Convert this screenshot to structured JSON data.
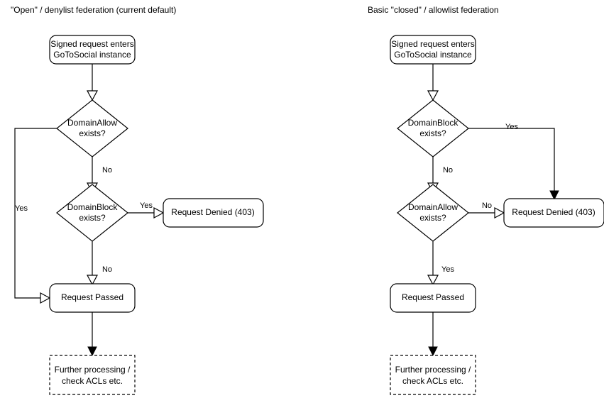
{
  "diagram": {
    "type": "flowchart",
    "panels": [
      {
        "id": "open-federation",
        "title": "\"Open\" / denylist federation (current default)",
        "nodes": {
          "entry": {
            "label_line1": "Signed request enters",
            "label_line2": "GoToSocial instance",
            "shape": "rounded-rect"
          },
          "decision1": {
            "label_line1": "DomainAllow",
            "label_line2": "exists?",
            "shape": "diamond"
          },
          "decision2": {
            "label_line1": "DomainBlock",
            "label_line2": "exists?",
            "shape": "diamond"
          },
          "denied": {
            "label_line1": "Request Denied (403)",
            "shape": "rounded-rect"
          },
          "passed": {
            "label_line1": "Request Passed",
            "shape": "rounded-rect"
          },
          "further": {
            "label_line1": "Further processing /",
            "label_line2": "check ACLs etc.",
            "shape": "dashed-rect"
          }
        },
        "edges": {
          "entry_to_d1": {
            "label": ""
          },
          "d1_no_to_d2": {
            "label": "No"
          },
          "d1_yes_to_passed": {
            "label": "Yes"
          },
          "d2_yes_to_denied": {
            "label": "Yes"
          },
          "d2_no_to_passed": {
            "label": "No"
          },
          "passed_to_further": {
            "label": ""
          }
        }
      },
      {
        "id": "closed-federation",
        "title": "Basic \"closed\" / allowlist federation",
        "nodes": {
          "entry": {
            "label_line1": "Signed request enters",
            "label_line2": "GoToSocial instance",
            "shape": "rounded-rect"
          },
          "decision1": {
            "label_line1": "DomainBlock",
            "label_line2": "exists?",
            "shape": "diamond"
          },
          "decision2": {
            "label_line1": "DomainAllow",
            "label_line2": "exists?",
            "shape": "diamond"
          },
          "denied": {
            "label_line1": "Request Denied (403)",
            "shape": "rounded-rect"
          },
          "passed": {
            "label_line1": "Request Passed",
            "shape": "rounded-rect"
          },
          "further": {
            "label_line1": "Further processing /",
            "label_line2": "check ACLs etc.",
            "shape": "dashed-rect"
          }
        },
        "edges": {
          "entry_to_d1": {
            "label": ""
          },
          "d1_no_to_d2": {
            "label": "No"
          },
          "d1_yes_to_denied": {
            "label": "Yes"
          },
          "d2_no_to_denied": {
            "label": "No"
          },
          "d2_yes_to_passed": {
            "label": "Yes"
          },
          "passed_to_further": {
            "label": ""
          }
        }
      }
    ],
    "colors": {
      "background": "#ffffff",
      "stroke": "#000000",
      "text": "#000000",
      "fill": "#ffffff"
    }
  }
}
